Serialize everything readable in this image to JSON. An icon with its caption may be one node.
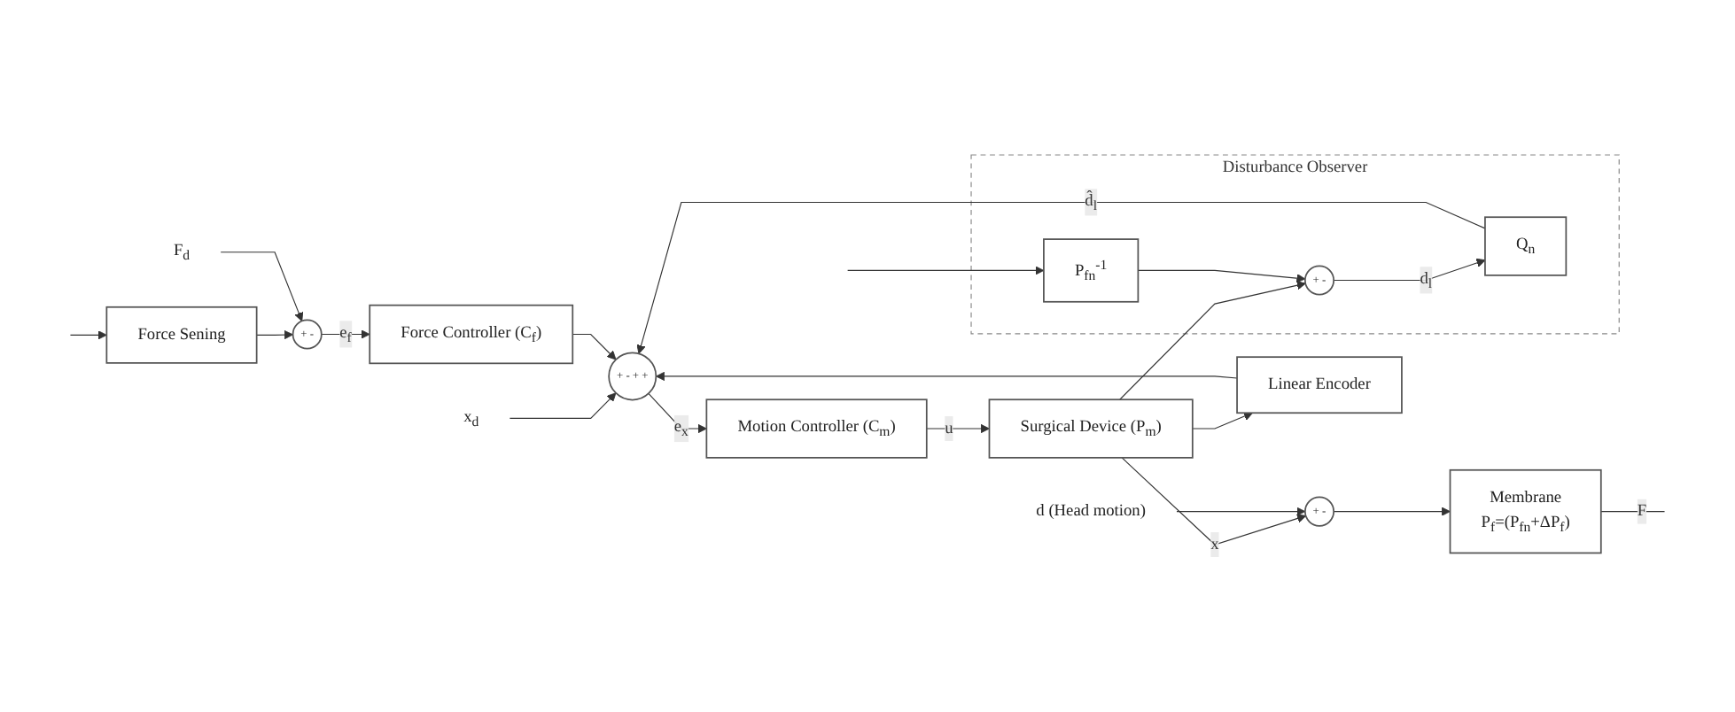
{
  "diagram": {
    "nodes": [
      {
        "text": [
          "Force Controller (C$_{f}$)"
        ]
      },
      {
        "text": [
          "+",
          "-",
          "+",
          "+"
        ]
      },
      {
        "text": [
          "Motion Controller (C$_{m}$)"
        ]
      },
      {
        "text": [
          "Linear Encoder"
        ]
      },
      {
        "text": [
          "Surgical Device (P$_{m}$)"
        ]
      },
      {
        "text": [
          "+",
          "-"
        ]
      },
      {
        "text": [
          "Membrane",
          "P$_{f}$=(P$_{fn}$+ΔP$_{f}$)"
        ]
      },
      {
        "text": [
          "Disturbance Observer"
        ]
      },
      {
        "text": [
          "Q$_{n}$"
        ],
        "in": 7
      },
      {
        "text": [
          "+",
          "-"
        ],
        "in": 7
      },
      {
        "text": [
          "P$_{fn}$$^{-1}$"
        ],
        "in": 7
      },
      {
        "text": [
          "Force Sening"
        ]
      },
      {
        "text": [
          "+",
          "-"
        ]
      },
      {
        "text": [
          "x$_{d}$"
        ]
      },
      {
        "text": [
          "d (Head motion)"
        ]
      },
      {
        "text": [
          "F$_{d}$"
        ]
      }
    ],
    "edges": [
      {
        "from": 13,
        "to": 1,
        "arrow": "to"
      },
      {
        "from": 0,
        "to": 1,
        "arrow": "to"
      },
      {
        "from": 3,
        "to": 1,
        "arrow": "to"
      },
      {
        "from": 1,
        "to": 2,
        "arrow": "to",
        "label": "e$_{x}$"
      },
      {
        "from": 2,
        "to": 4,
        "arrow": "to",
        "label": "u"
      },
      {
        "from": 4,
        "to": 5,
        "arrow": "to",
        "label": "x"
      },
      {
        "from": 4,
        "to": 3,
        "arrow": "to"
      },
      {
        "from": 4,
        "to": 9,
        "arrow": "to"
      },
      {
        "from": 14,
        "to": 5,
        "arrow": "to"
      },
      {
        "from": 5,
        "to": 6,
        "arrow": "to"
      },
      {
        "from": 6,
        "to": null,
        "arrow": "none",
        "label": "F"
      },
      {
        "from": null,
        "to": 10,
        "arrow": "to"
      },
      {
        "from": 10,
        "to": 9,
        "arrow": "to"
      },
      {
        "from": 9,
        "to": 8,
        "arrow": "to",
        "label": "d$_{l}$"
      },
      {
        "from": 8,
        "to": 1,
        "arrow": "to",
        "label": "d̂$_{l}$"
      },
      {
        "from": null,
        "to": 11,
        "arrow": "to"
      },
      {
        "from": 11,
        "to": 12,
        "arrow": "to"
      },
      {
        "from": 15,
        "to": 12,
        "arrow": "to"
      },
      {
        "from": 12,
        "to": 0,
        "arrow": "to",
        "label": "e$_{f}$"
      }
    ]
  }
}
